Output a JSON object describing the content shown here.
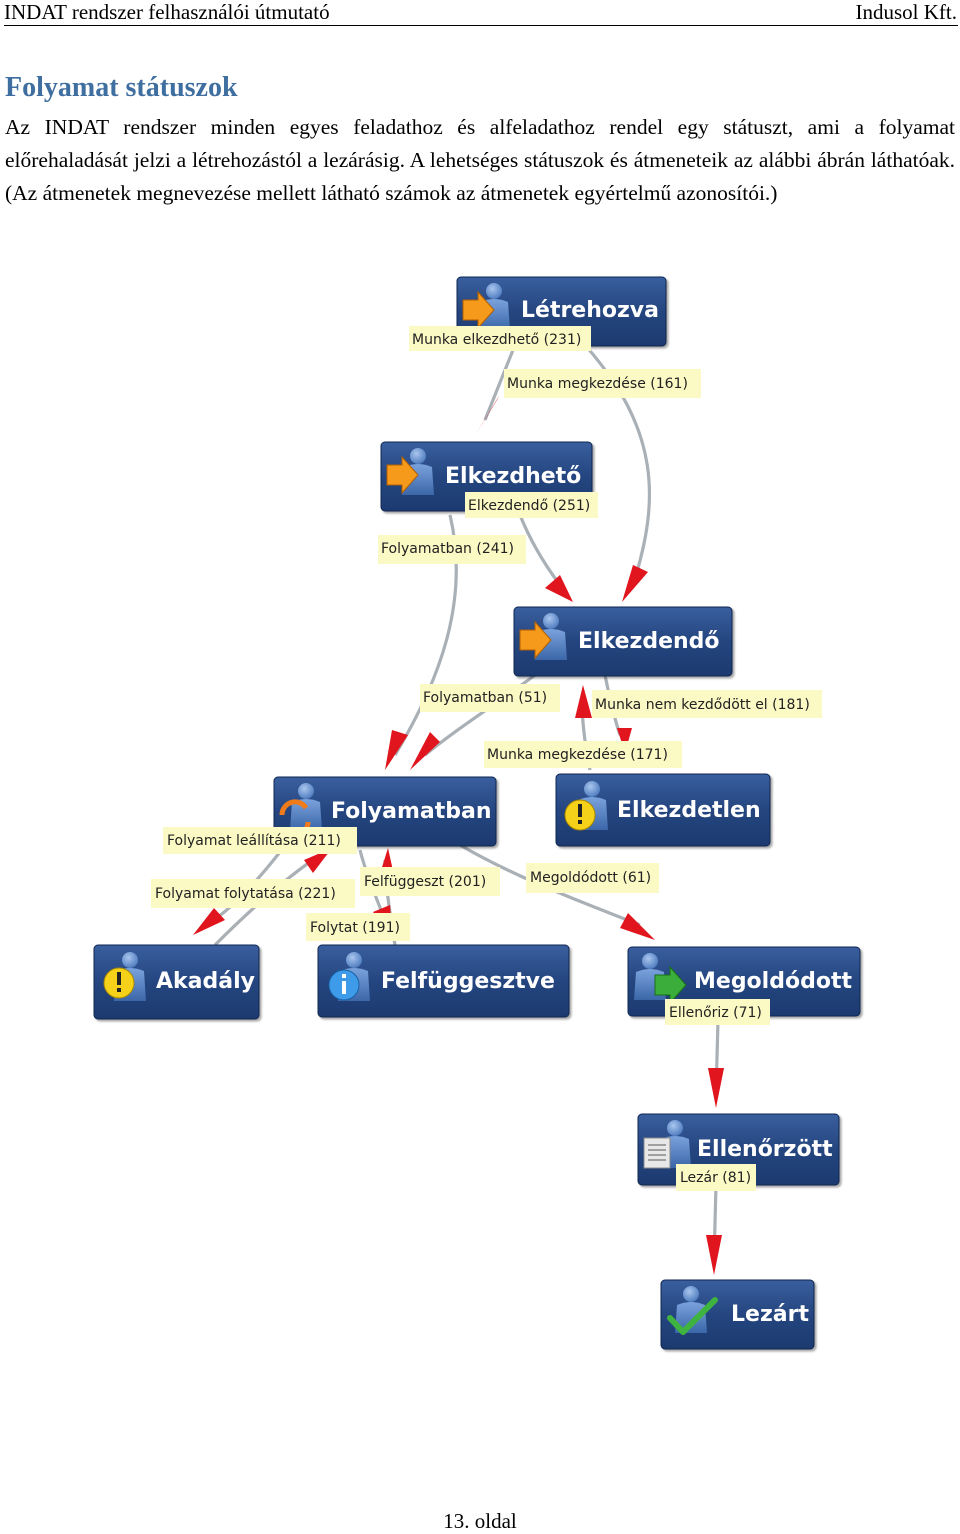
{
  "header": {
    "left": "INDAT rendszer felhasználói útmutató",
    "right": "Indusol Kft."
  },
  "section_title": "Folyamat státuszok",
  "intro": "Az INDAT rendszer minden egyes feladathoz és alfeladathoz rendel egy státuszt, ami a folyamat előrehaladását jelzi a létrehozástól a lezárásig. A lehetséges státuszok és átmeneteik az alábbi ábrán láthatóak. (Az átmenetek megnevezése mellett látható számok az átmenetek egyértelmű azonosítói.)",
  "states": {
    "letrehozva": {
      "label": "Létrehozva",
      "icon": "arrow-person-icon"
    },
    "elkezdheto": {
      "label": "Elkezdhető",
      "icon": "arrow-person-icon"
    },
    "elkezdendo": {
      "label": "Elkezdendő",
      "icon": "arrow-person-icon"
    },
    "folyamatban": {
      "label": "Folyamatban",
      "icon": "refresh-person-icon"
    },
    "elkezdetlen": {
      "label": "Elkezdetlen",
      "icon": "warning-person-icon"
    },
    "akadaly": {
      "label": "Akadály",
      "icon": "warning-person-icon"
    },
    "felfuggesztve": {
      "label": "Felfüggesztve",
      "icon": "info-person-icon"
    },
    "megoldodott": {
      "label": "Megoldódott",
      "icon": "green-arrow-person-icon"
    },
    "ellenorzott": {
      "label": "Ellenőrzött",
      "icon": "document-person-icon"
    },
    "lezart": {
      "label": "Lezárt",
      "icon": "checkmark-person-icon"
    }
  },
  "transitions": {
    "t231": "Munka elkezdhető (231)",
    "t161": "Munka megkezdése (161)",
    "t251": "Elkezdendő (251)",
    "t241": "Folyamatban (241)",
    "t51": "Folyamatban (51)",
    "t181": "Munka nem kezdődött el (181)",
    "t171": "Munka megkezdése (171)",
    "t211": "Folyamat leállítása (211)",
    "t221": "Folyamat folytatása (221)",
    "t201": "Felfüggeszt (201)",
    "t191": "Folytat (191)",
    "t61": "Megoldódott (61)",
    "t71": "Ellenőriz (71)",
    "t81": "Lezár (81)"
  },
  "colors": {
    "box": "#1f3e77",
    "box_light": "#2f5492",
    "label_bg": "#fbf9c4",
    "arrow": "#e0151d",
    "edge": "#a9b0b6",
    "title": "#3f6fa0"
  },
  "footer": "13. oldal"
}
